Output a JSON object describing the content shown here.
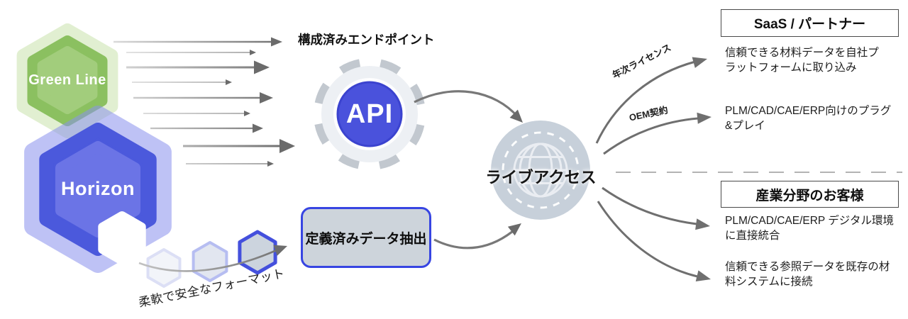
{
  "colors": {
    "green": "#8bc34a",
    "blue": "#4450dd",
    "arrow_gray": "#6f6f6f",
    "hub_fill": "#c7d0da",
    "panel_fill": "#c9d0d8",
    "panel_border": "#3745e2"
  },
  "sources": {
    "green_hexagon_label": "Green Line",
    "blue_hexagon_label": "Horizon",
    "format_note": "柔軟で安全なフォーマット"
  },
  "api": {
    "title": "構成済みエンドポイント",
    "badge": "API"
  },
  "extraction": {
    "label": "定義済みデータ抽出"
  },
  "hub": {
    "label": "ライブアクセス"
  },
  "branch_labels": {
    "annual_license": "年次ライセンス",
    "oem": "OEM契約"
  },
  "right_panel": {
    "saas": {
      "title": "SaaS / パートナー",
      "items": [
        {
          "text": "信頼できる材料データを自社プ\nラットフォームに取り込み"
        },
        {
          "text": "PLM/CAD/CAE/ERP向けのプラグ\n&プレイ"
        }
      ]
    },
    "industry": {
      "title": "産業分野のお客様",
      "items": [
        {
          "text": "PLM/CAD/CAE/ERP デジタル環境\nに直接統合"
        },
        {
          "text": "信頼できる参照データを既存の材\n料システムに接続"
        }
      ]
    }
  }
}
